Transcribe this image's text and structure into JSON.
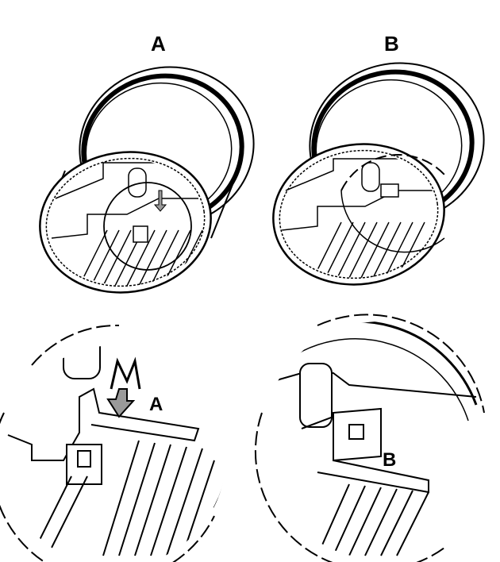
{
  "panels": {
    "top_left": {
      "label": "A"
    },
    "top_right": {
      "label": "B"
    },
    "detail_left": {
      "label": "A",
      "arrow_letter": "M"
    },
    "detail_right": {
      "label": "B"
    }
  },
  "colors": {
    "line": "#000000",
    "arrow_fill": "#9a9a9a",
    "background": "#ffffff"
  }
}
